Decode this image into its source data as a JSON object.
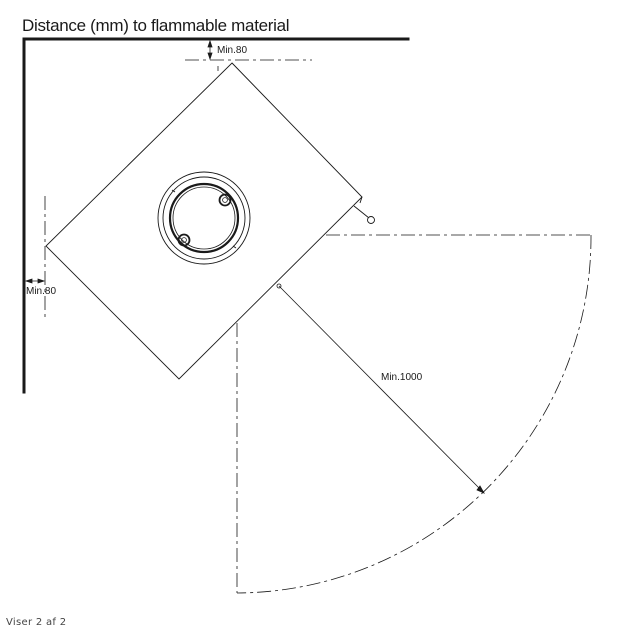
{
  "drawing": {
    "title": "Distance (mm) to flammable material",
    "labels": {
      "top_clearance": "Min.80",
      "side_clearance": "Min.80",
      "front_clearance": "Min.1000"
    }
  },
  "footer": {
    "counter": "Viser 2 af 2"
  },
  "colors": {
    "line": "#1a1a1a",
    "background": "#ffffff"
  }
}
